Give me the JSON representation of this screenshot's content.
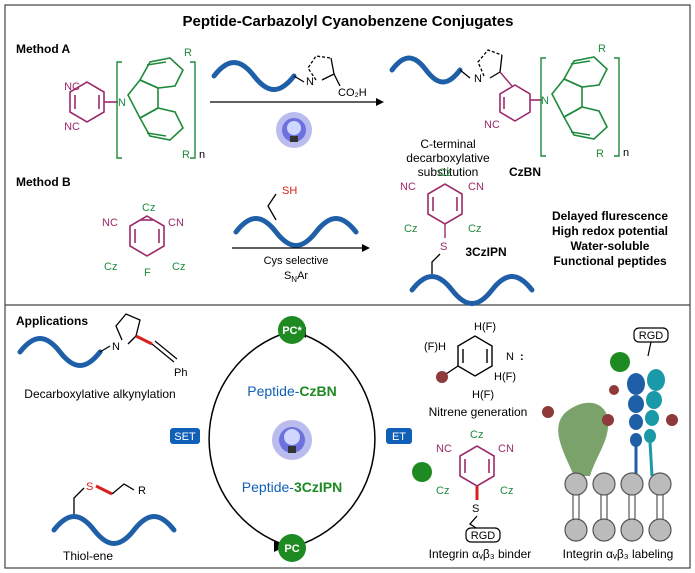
{
  "title": "Peptide-Carbazolyl Cyanobenzene Conjugates",
  "colors": {
    "peptide": "#1f5fa8",
    "purple": "#9b2a6b",
    "green": "#1f8a3c",
    "red": "#d9201f",
    "bulb": "#3a3fd1",
    "pc_green": "#1e8a22",
    "badge": "#1060b8",
    "maroon": "#8e3a3a",
    "integrin_green": "#7aa26a",
    "teal": "#1a9aa8"
  },
  "method_a": {
    "label": "Method A",
    "nc": "NC",
    "n": "N",
    "r_top": "R",
    "r_bottom": "R",
    "sub_n": "n",
    "co2h": "CO₂H",
    "pro_n": "N",
    "result_lines": [
      "C-terminal",
      "decarboxylative",
      "substitution"
    ],
    "product": "CzBN",
    "p_nc": "NC",
    "p_n": "N",
    "p_r_top": "R",
    "p_r_bottom": "R",
    "p_sub_n": "n"
  },
  "method_b": {
    "label": "Method B",
    "nc": "NC",
    "cn": "CN",
    "cz_tl": "Cz",
    "cz_bl": "Cz",
    "cz_br": "Cz",
    "f": "F",
    "sh": "SH",
    "condition_1": "Cys selective",
    "condition_2_main": "S",
    "condition_2_sub": "N",
    "condition_2_end": "Ar",
    "p_nc": "NC",
    "p_cn": "CN",
    "p_cz_t": "Cz",
    "p_cz_l": "Cz",
    "p_cz_r": "Cz",
    "p_s": "S",
    "product": "3CzIPN"
  },
  "features": [
    "Delayed flurescence",
    "High redox potential",
    "Water-soluble",
    "Functional peptides"
  ],
  "applications": {
    "label": "Applications",
    "alkynylation": "Decarboxylative alkynylation",
    "ph": "Ph",
    "pro_n": "N",
    "thiol_s": "S",
    "thiol_r": "R",
    "thiol_ene": "Thiol-ene",
    "pc_star": "PC*",
    "pc": "PC",
    "set": "SET",
    "et": "ET",
    "czbn_prefix": "Peptide-",
    "czbn_name": "CzBN",
    "cz3_prefix": "Peptide-",
    "cz3_name": "3CzIPN",
    "nitrene_lines": [
      "H(F)",
      "(F)H",
      "N",
      ":",
      "H(F)",
      "H(F)"
    ],
    "nitrene": "Nitrene generation",
    "binder_nc": "NC",
    "binder_cn": "CN",
    "binder_cz_t": "Cz",
    "binder_cz_l": "Cz",
    "binder_cz_r": "Cz",
    "binder_s": "S",
    "rgd": "RGD",
    "rgd2": "RGD",
    "binder": "Integrin αᵥβ₃ binder",
    "labeling": "Integrin αᵥβ₃ labeling"
  }
}
